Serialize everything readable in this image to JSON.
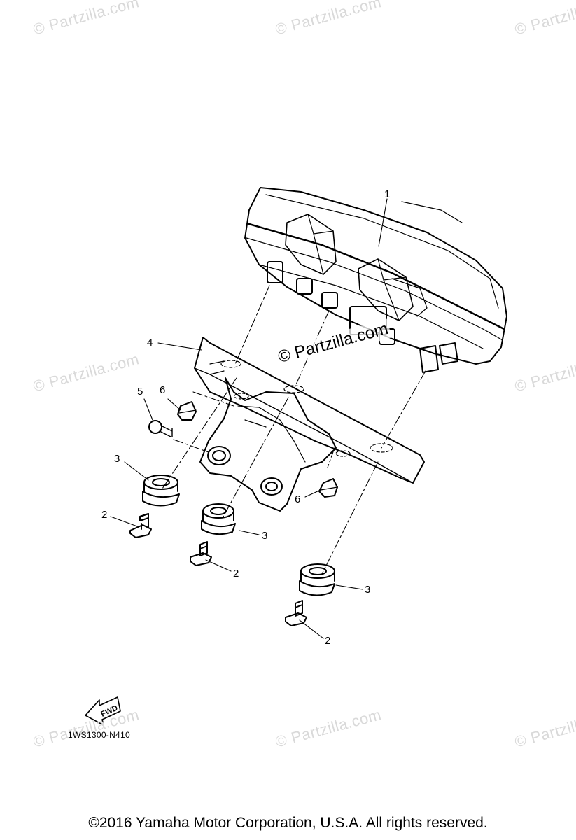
{
  "watermark": {
    "text": "© Partzilla.com",
    "center_text": "© Partzilla.com"
  },
  "callouts": {
    "meter_assembly": "1",
    "bolt_a": "2",
    "bolt_b": "2",
    "bolt_c": "2",
    "damper_a": "3",
    "damper_b": "3",
    "damper_c": "3",
    "bracket": "4",
    "screw": "5",
    "grommet_a": "6",
    "grommet_b": "6"
  },
  "fwd_label": "FWD",
  "diagram_code": "1WS1300-N410",
  "copyright": "©2016  Yamaha Motor Corporation, U.S.A. All rights reserved."
}
